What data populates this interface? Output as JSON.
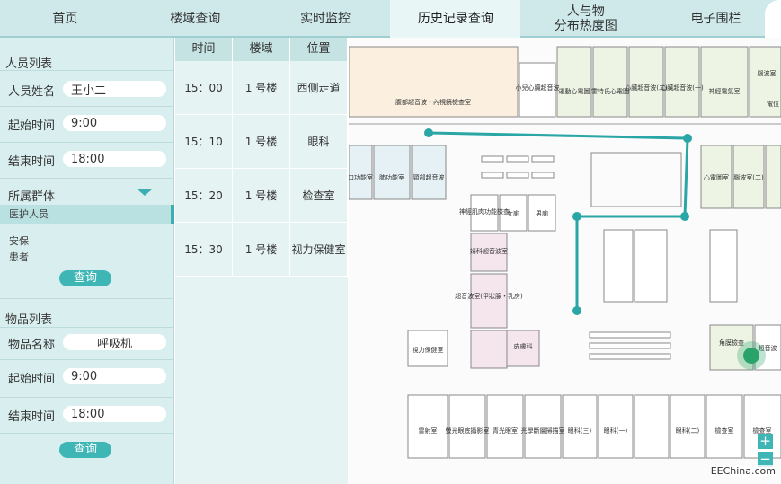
{
  "nav": {
    "tabs": [
      {
        "label": "首页"
      },
      {
        "label": "楼域查询"
      },
      {
        "label": "实时监控"
      },
      {
        "label": "历史记录查询"
      },
      {
        "label": "人与物\n分布热度图"
      },
      {
        "label": "电子围栏"
      }
    ],
    "active_index": 3
  },
  "sidebar": {
    "person": {
      "title": "人员列表",
      "name_label": "人员姓名",
      "name_value": "王小二",
      "start_label": "起始时间",
      "start_value": "9:00",
      "end_label": "结束时间",
      "end_value": "18:00",
      "group_label": "所属群体",
      "groups": [
        "医护人员",
        "安保",
        "患者"
      ],
      "selected_group": "医护人员",
      "query_label": "查询"
    },
    "item": {
      "title": "物品列表",
      "name_label": "物品名称",
      "name_value": "呼吸机",
      "start_label": "起始时间",
      "start_value": "9:00",
      "end_label": "结束时间",
      "end_value": "18:00",
      "query_label": "查询"
    }
  },
  "records": {
    "headers": [
      "时间",
      "楼域",
      "位置"
    ],
    "rows": [
      {
        "time": "15：00",
        "building": "1 号楼",
        "location": "西侧走道"
      },
      {
        "time": "15：10",
        "building": "1 号楼",
        "location": "眼科"
      },
      {
        "time": "15：20",
        "building": "1 号楼",
        "location": "检查室"
      },
      {
        "time": "15：30",
        "building": "1 号楼",
        "location": "视力保健室"
      }
    ]
  },
  "map": {
    "rooms": {
      "r1": "腹部超音波・內視鏡檢查室",
      "r2": "小兒心臟超音波",
      "r3": "運動心電圖",
      "r4": "霍特氏心電圖",
      "r5": "心臟超音波(二)",
      "r6": "心臟超音波(一)",
      "r7": "神經電氣室",
      "r8": "腦波室",
      "r9": "口功能室",
      "r10": "肺功能室",
      "r11": "頸部超音波",
      "r12": "神經肌肉功能檢查",
      "r13": "女廁",
      "r14": "男廁",
      "r15": "婦科超音波室",
      "r16": "超音波室(甲狀腺・乳房)",
      "r17": "心電圖室",
      "r18": "腦波室(二)",
      "r19": "視力保健室",
      "r20": "皮膚科",
      "r21": "雷射室",
      "r22": "螢光眼底攝影室",
      "r23": "青光眼室",
      "r24": "光學斷層掃描室",
      "r25": "眼科(三)",
      "r26": "眼科(一)",
      "r27": "眼科(二)",
      "r28": "檢查室",
      "r29": "檢查室",
      "r30": "角膜檢查",
      "r31": "超音波",
      "r32": "電位"
    },
    "zoom_in": "+",
    "zoom_out": "−",
    "watermark": "EEChina.com",
    "accent_color": "#2aa6a6",
    "marker_color": "#2aa36a"
  }
}
